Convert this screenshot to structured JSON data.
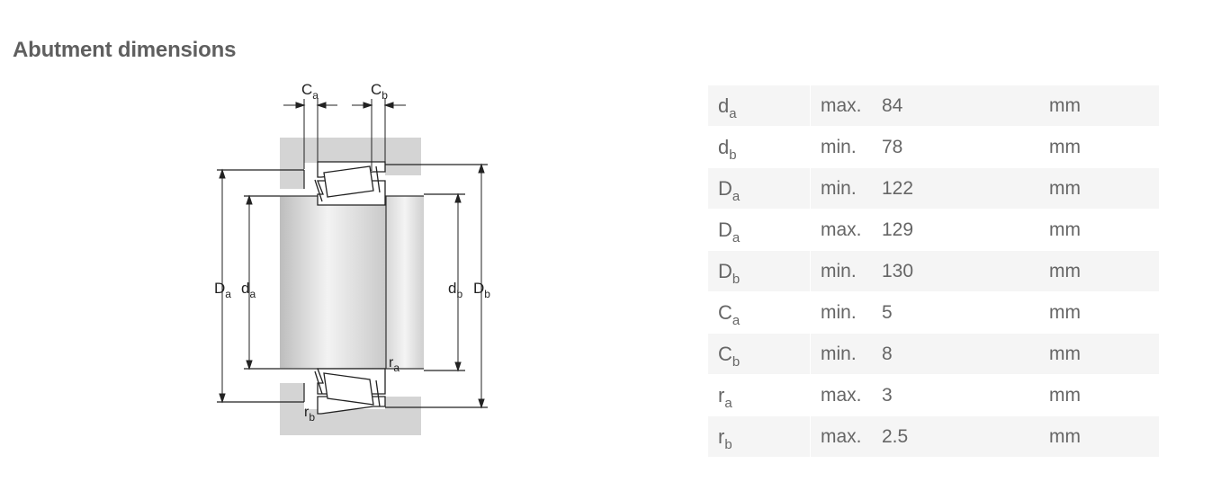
{
  "heading": "Abutment dimensions",
  "diagram": {
    "labels": {
      "ca_main": "C",
      "ca_sub": "a",
      "cb_main": "C",
      "cb_sub": "b",
      "Da_main": "D",
      "Da_sub": "a",
      "da_main": "d",
      "da_sub": "a",
      "db_main": "d",
      "db_sub": "b",
      "Db_main": "D",
      "Db_sub": "b",
      "ra_main": "r",
      "ra_sub": "a",
      "rb_main": "r",
      "rb_sub": "b"
    }
  },
  "dimensions": [
    {
      "symbol": "d",
      "sub": "a",
      "limit": "max.",
      "value": "84",
      "unit": "mm"
    },
    {
      "symbol": "d",
      "sub": "b",
      "limit": "min.",
      "value": "78",
      "unit": "mm"
    },
    {
      "symbol": "D",
      "sub": "a",
      "limit": "min.",
      "value": "122",
      "unit": "mm"
    },
    {
      "symbol": "D",
      "sub": "a",
      "limit": "max.",
      "value": "129",
      "unit": "mm"
    },
    {
      "symbol": "D",
      "sub": "b",
      "limit": "min.",
      "value": "130",
      "unit": "mm"
    },
    {
      "symbol": "C",
      "sub": "a",
      "limit": "min.",
      "value": "5",
      "unit": "mm"
    },
    {
      "symbol": "C",
      "sub": "b",
      "limit": "min.",
      "value": "8",
      "unit": "mm"
    },
    {
      "symbol": "r",
      "sub": "a",
      "limit": "max.",
      "value": "3",
      "unit": "mm"
    },
    {
      "symbol": "r",
      "sub": "b",
      "limit": "max.",
      "value": "2.5",
      "unit": "mm"
    }
  ]
}
